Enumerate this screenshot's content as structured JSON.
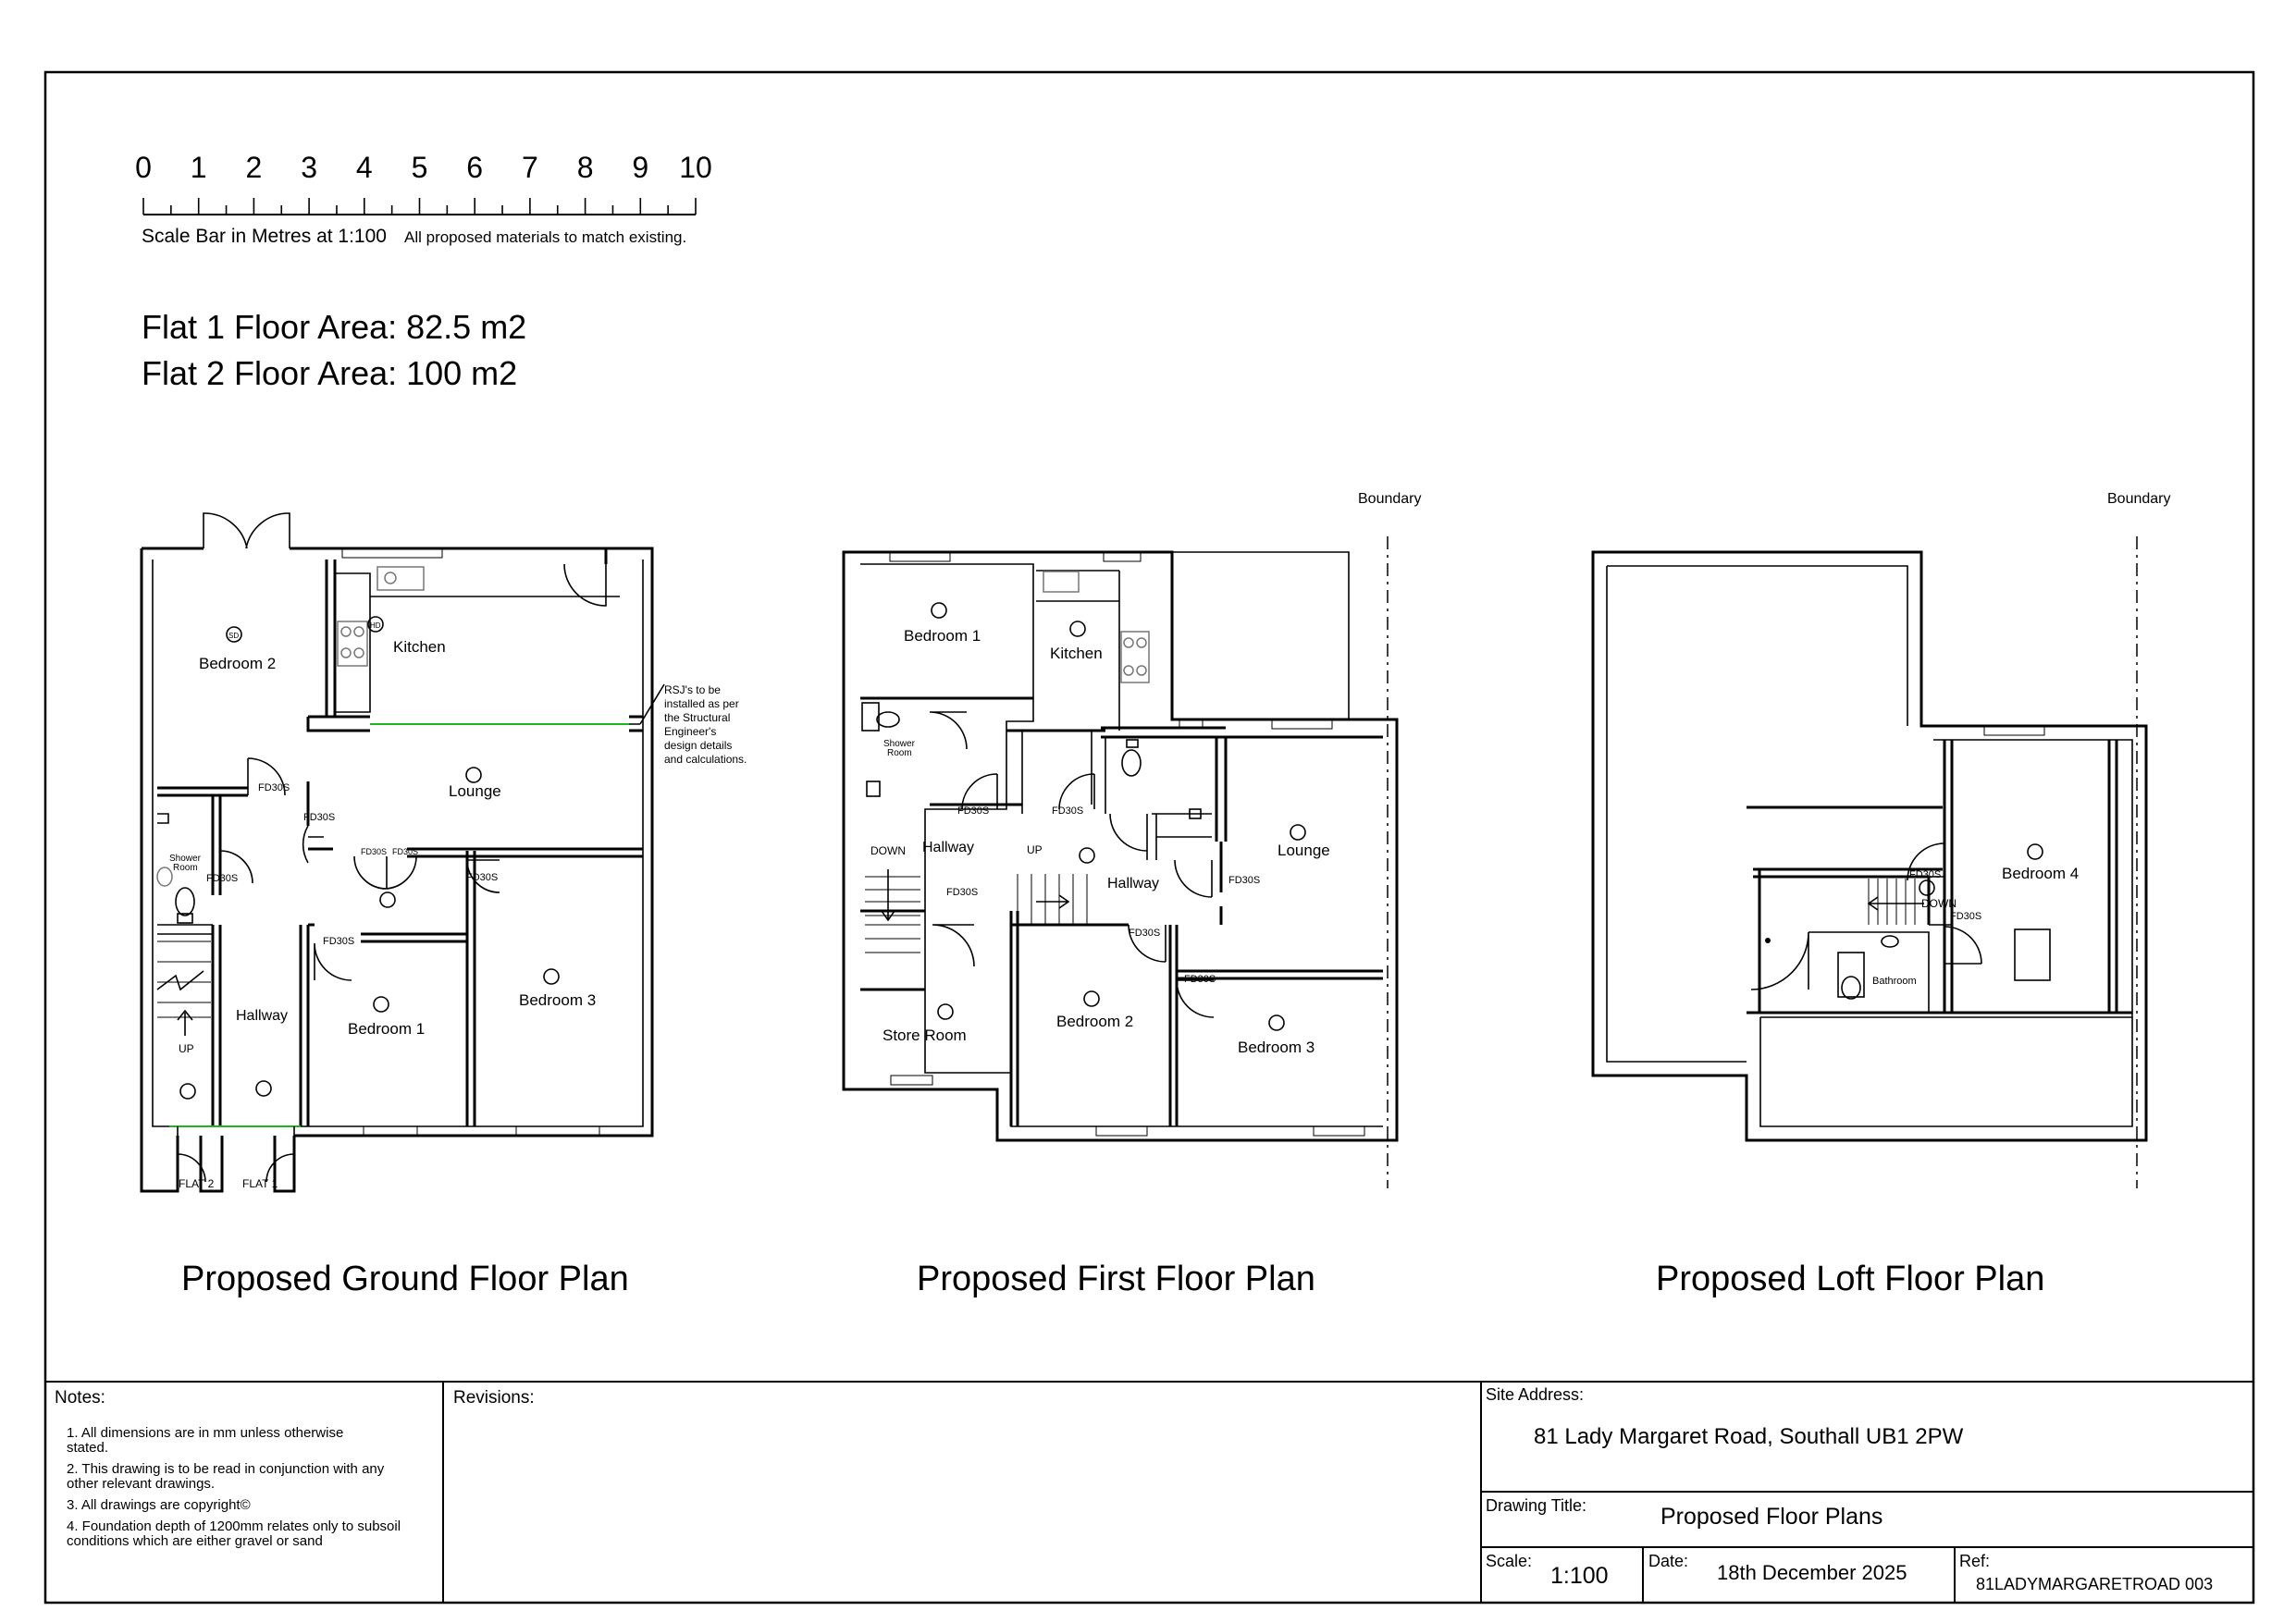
{
  "scale_bar": {
    "ticks": [
      "0",
      "1",
      "2",
      "3",
      "4",
      "5",
      "6",
      "7",
      "8",
      "9",
      "10"
    ],
    "caption": "Scale Bar in Metres at 1:100",
    "materials_note": "All proposed materials to match existing."
  },
  "areas": {
    "flat1": "Flat 1 Floor Area: 82.5 m2",
    "flat2": "Flat 2 Floor Area: 100 m2"
  },
  "ground": {
    "title": "Proposed Ground Floor Plan",
    "bedroom2": "Bedroom 2",
    "kitchen": "Kitchen",
    "lounge": "Lounge",
    "shower_1": "Shower",
    "shower_2": "Room",
    "hallway": "Hallway",
    "bedroom1": "Bedroom 1",
    "bedroom3": "Bedroom 3",
    "up": "UP",
    "flat2": "FLAT 2",
    "flat1": "FLAT 1",
    "fd": "FD30S",
    "sd": "SD",
    "hd": "HD",
    "rsj_note": [
      "RSJ's to be",
      "installed as per",
      "the Structural",
      "Engineer's",
      "design details",
      "and calculations."
    ]
  },
  "first": {
    "title": "Proposed First Floor Plan",
    "boundary": "Boundary",
    "bedroom1": "Bedroom 1",
    "kitchen": "Kitchen",
    "shower_1": "Shower",
    "shower_2": "Room",
    "hallway_left": "Hallway",
    "hallway_right": "Hallway",
    "lounge": "Lounge",
    "down": "DOWN",
    "up": "UP",
    "store": "Store Room",
    "bedroom2": "Bedroom 2",
    "bedroom3": "Bedroom 3",
    "fd": "FD30S"
  },
  "loft": {
    "title": "Proposed Loft Floor Plan",
    "boundary": "Boundary",
    "bedroom4": "Bedroom 4",
    "down": "DOWN",
    "bathroom": "Bathroom",
    "fd": "FD30S"
  },
  "title_block": {
    "notes_label": "Notes:",
    "notes": [
      [
        "1. All dimensions are in mm unless otherwise",
        "stated."
      ],
      [
        "2. This drawing is to be read in conjunction with any",
        "other relevant drawings."
      ],
      [
        "3. All drawings are copyright©"
      ],
      [
        "4. Foundation depth of 1200mm relates only to subsoil",
        "conditions which are either gravel or sand"
      ]
    ],
    "revisions_label": "Revisions:",
    "site_label": "Site Address:",
    "site_address": "81 Lady Margaret Road, Southall UB1 2PW",
    "drawing_title_label": "Drawing Title:",
    "drawing_title": "Proposed Floor Plans",
    "scale_label": "Scale:",
    "scale": "1:100",
    "date_label": "Date:",
    "date": "18th December 2025",
    "ref_label": "Ref:",
    "ref": "81LADYMARGARETROAD 003"
  }
}
